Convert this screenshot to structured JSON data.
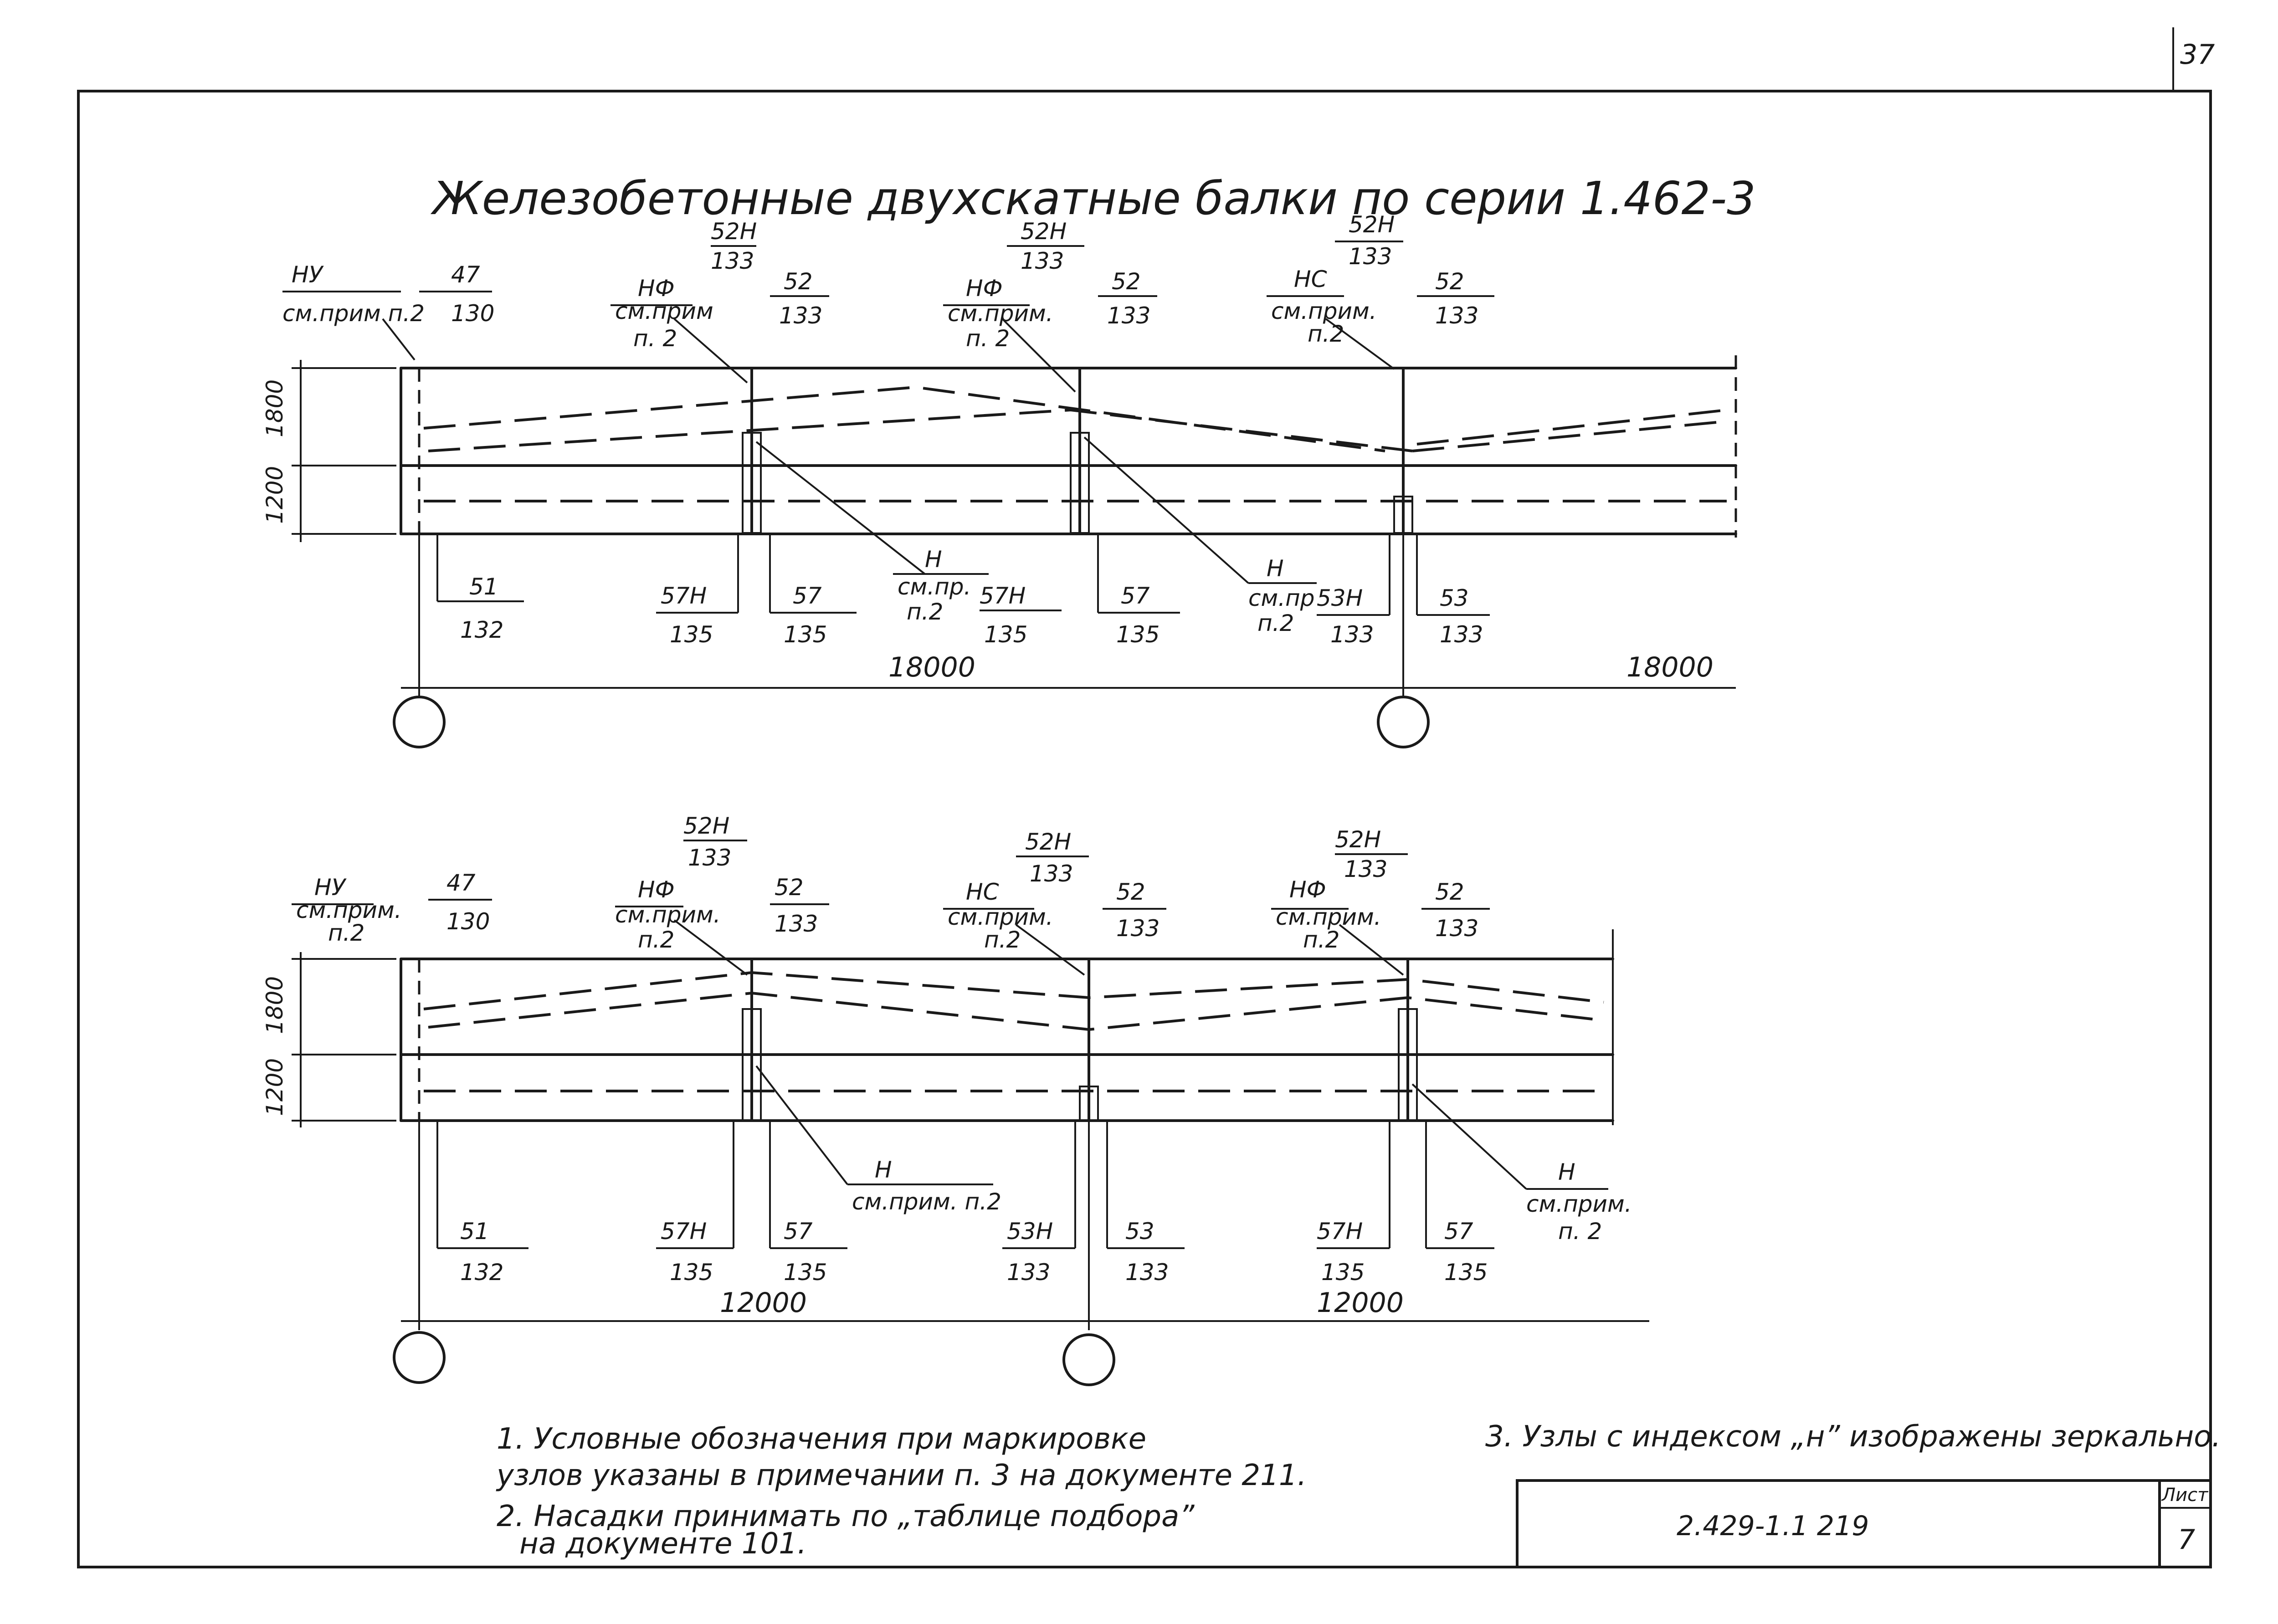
{
  "corner_mark": "37",
  "title": "Железобетонные двухскатные балки по серии 1.462-3",
  "beam_top": {
    "dim_height_upper": "1800",
    "dim_height_lower": "1200",
    "span_left": "18000",
    "span_right": "18000",
    "top_labels": [
      {
        "num": "НУ",
        "den": "см.прим п.2",
        "extra": ""
      },
      {
        "num": "47",
        "den": "130",
        "extra": ""
      },
      {
        "num": "НФ",
        "den": "см.прим",
        "extra": "п. 2"
      },
      {
        "num": "52Н",
        "den": "133",
        "extra": ""
      },
      {
        "num": "52",
        "den": "133",
        "extra": ""
      },
      {
        "num": "НФ",
        "den": "см.прим.",
        "extra": "п. 2"
      },
      {
        "num": "52Н",
        "den": "133",
        "extra": ""
      },
      {
        "num": "52",
        "den": "133",
        "extra": ""
      },
      {
        "num": "НС",
        "den": "см.прим.",
        "extra": "п.2"
      },
      {
        "num": "52Н",
        "den": "133",
        "extra": ""
      },
      {
        "num": "52",
        "den": "133",
        "extra": ""
      }
    ],
    "bottom_labels": [
      {
        "num": "51",
        "den": "132"
      },
      {
        "num": "57Н",
        "den": "135"
      },
      {
        "num": "57",
        "den": "135"
      },
      {
        "num": "57Н",
        "den": "135"
      },
      {
        "num": "57",
        "den": "135"
      },
      {
        "num": "53Н",
        "den": "133"
      },
      {
        "num": "53",
        "den": "133"
      }
    ],
    "callouts": [
      {
        "num": "Н",
        "den": "см.пр.",
        "extra": "п.2"
      },
      {
        "num": "Н",
        "den": "см.пр",
        "extra": "п.2"
      }
    ]
  },
  "beam_bottom": {
    "dim_height_upper": "1800",
    "dim_height_lower": "1200",
    "span_left": "12000",
    "span_right": "12000",
    "top_labels": [
      {
        "num": "НУ",
        "den": "см.прим.",
        "extra": "п.2"
      },
      {
        "num": "47",
        "den": "130",
        "extra": ""
      },
      {
        "num": "НФ",
        "den": "см.прим.",
        "extra": "п.2"
      },
      {
        "num": "52Н",
        "den": "133",
        "extra": ""
      },
      {
        "num": "52",
        "den": "133",
        "extra": ""
      },
      {
        "num": "НС",
        "den": "см.прим.",
        "extra": "п.2"
      },
      {
        "num": "52Н",
        "den": "133",
        "extra": ""
      },
      {
        "num": "52",
        "den": "133",
        "extra": ""
      },
      {
        "num": "НФ",
        "den": "см.прим.",
        "extra": "п.2"
      },
      {
        "num": "52Н",
        "den": "133",
        "extra": ""
      },
      {
        "num": "52",
        "den": "133",
        "extra": ""
      }
    ],
    "bottom_labels": [
      {
        "num": "51",
        "den": "132"
      },
      {
        "num": "57Н",
        "den": "135"
      },
      {
        "num": "57",
        "den": "135"
      },
      {
        "num": "53Н",
        "den": "133"
      },
      {
        "num": "53",
        "den": "133"
      },
      {
        "num": "57Н",
        "den": "135"
      },
      {
        "num": "57",
        "den": "135"
      }
    ],
    "callouts": [
      {
        "num": "Н",
        "den": "см.прим. п.2",
        "extra": ""
      },
      {
        "num": "Н",
        "den": "см.прим.",
        "extra": "п. 2"
      }
    ]
  },
  "notes": {
    "n1_line1": "1. Условные обозначения при маркировке",
    "n1_line2": "узлов указаны в примечании п. 3 на документе 211.",
    "n2_line1": "2. Насадки принимать по „таблице подбора”",
    "n2_line2": "на документе 101.",
    "n3": "3. Узлы с индексом „н” изображены зеркально."
  },
  "stamp": {
    "code": "2.429-1.1 219",
    "sheet_label": "Лист",
    "sheet_number": "7"
  }
}
